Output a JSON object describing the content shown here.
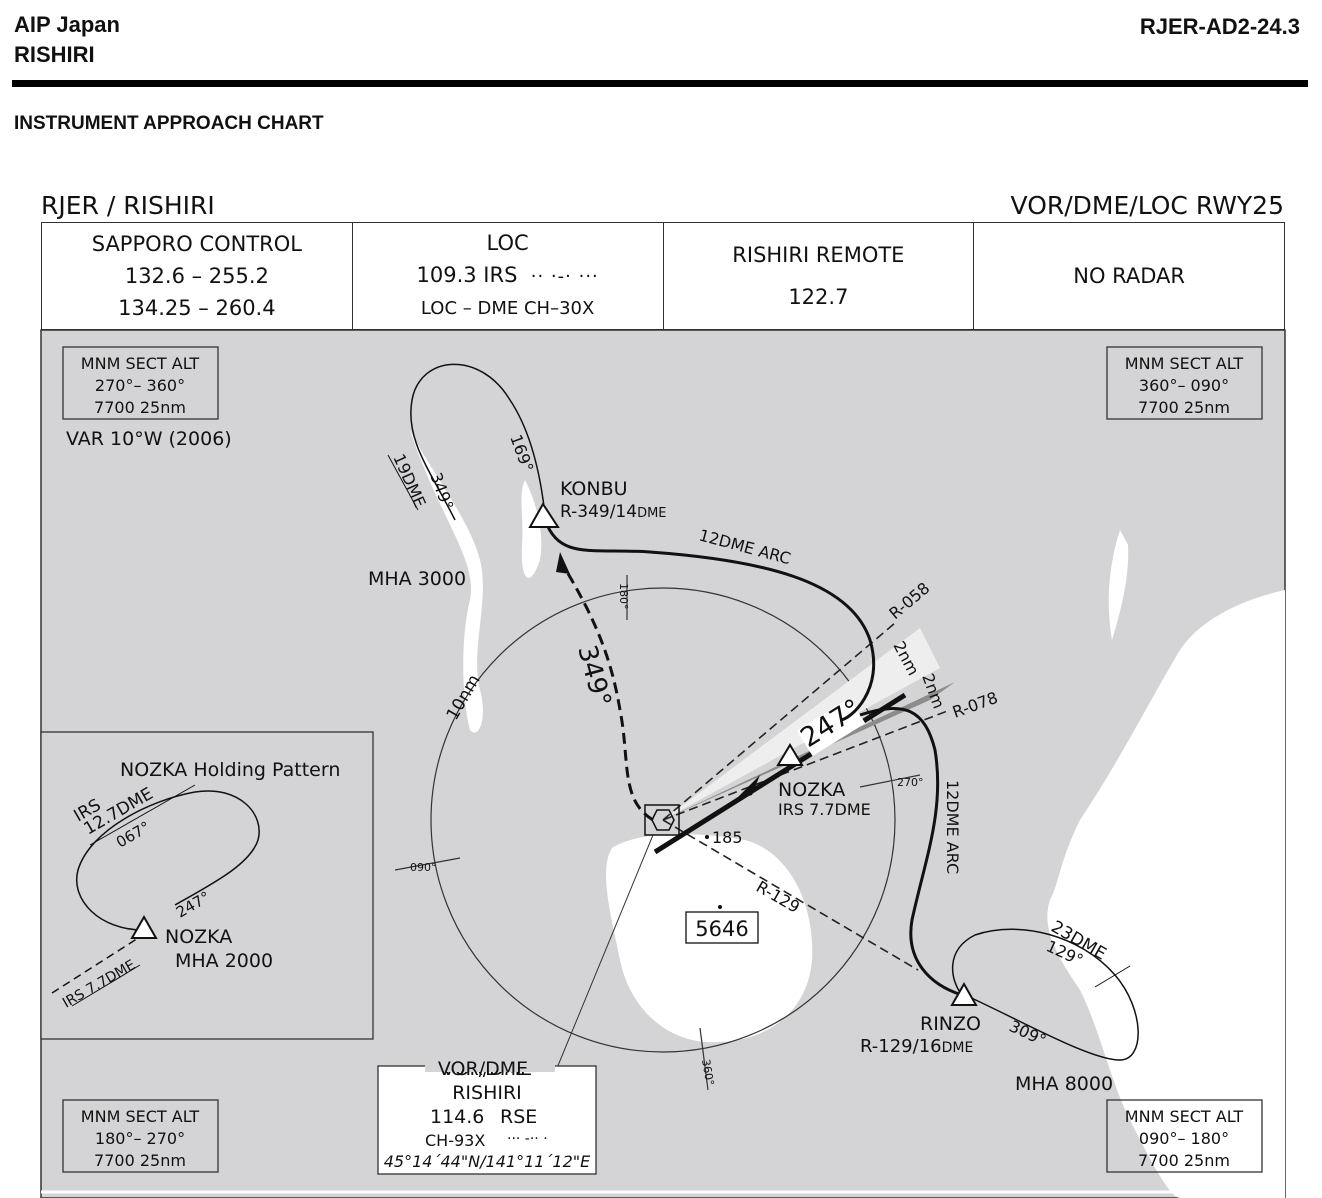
{
  "header": {
    "publication": "AIP Japan",
    "aerodrome": "RISHIRI",
    "page_ref": "RJER-AD2-24.3",
    "doc_title": "INSTRUMENT APPROACH CHART"
  },
  "chart": {
    "id_left": "RJER / RISHIRI",
    "id_right": "VOR/DME/LOC RWY25"
  },
  "comm": {
    "control": {
      "name": "SAPPORO  CONTROL",
      "freq1": "132.6 – 255.2",
      "freq2": "134.25 – 260.4"
    },
    "loc": {
      "title": "LOC",
      "freq": "109.3  IRS",
      "morse": "·· ·-· ···",
      "dme": "LOC – DME  CH–30X"
    },
    "remote": {
      "name": "RISHIRI  REMOTE",
      "freq": "122.7"
    },
    "radar": "NO RADAR"
  },
  "msa": {
    "title": "MNM  SECT  ALT",
    "nw": {
      "sector": "270°– 360°",
      "alt": "7700   25nm"
    },
    "ne": {
      "sector": "360°– 090°",
      "alt": "7700   25nm"
    },
    "sw": {
      "sector": "180°– 270°",
      "alt": "7700   25nm"
    },
    "se": {
      "sector": "090°– 180°",
      "alt": "7700   25nm"
    }
  },
  "variation": "VAR 10°W (2006)",
  "fixes": {
    "konbu": {
      "name": "KONBU",
      "def": "R-349/14",
      "unit": "DME",
      "mha": "MHA 3000",
      "holding_dme": "19DME",
      "inbound": "349°",
      "outbound": "169°"
    },
    "nozka": {
      "name": "NOZKA",
      "def": "IRS 7.7DME"
    },
    "rinzo": {
      "name": "RINZO",
      "def": "R-129/16",
      "unit": "DME",
      "mha": "MHA 8000",
      "holding_dme": "23DME",
      "inbound": "309°",
      "outbound": "129°"
    }
  },
  "procedure": {
    "arc_12": "12DME ARC",
    "arc_12_east": "12DME ARC",
    "final_course": "247°",
    "outbound_course": "349°",
    "radial_058": "R-058",
    "radial_078": "R-078",
    "radial_129": "R-129",
    "lead_2nm_a": "2nm",
    "lead_2nm_b": "2nm",
    "ring_radius": "10nm",
    "brg_180": "180°",
    "brg_090": "090°",
    "brg_270": "270°",
    "brg_360": "360°"
  },
  "terrain": {
    "spot_185": "185",
    "peak": "5646"
  },
  "vor": {
    "type": "VOR/DME",
    "name": "RISHIRI",
    "freq": "114.6",
    "ident": "RSE",
    "morse": "··· -·· ·",
    "channel": "CH-93X",
    "coords": "45°14´44\"N/141°11´12\"E"
  },
  "inset": {
    "title": "NOZKA Holding Pattern",
    "dme_label": "IRS",
    "dme_dist": "12.7DME",
    "outbound": "067°",
    "inbound": "247°",
    "fix": "NOZKA",
    "mha": "MHA 2000",
    "limit": "IRS 7.7DME"
  },
  "colors": {
    "map_bg": "#d4d4d6",
    "land": "#ffffff",
    "frame": "#333333",
    "final_shade": "#8c8c8c"
  }
}
